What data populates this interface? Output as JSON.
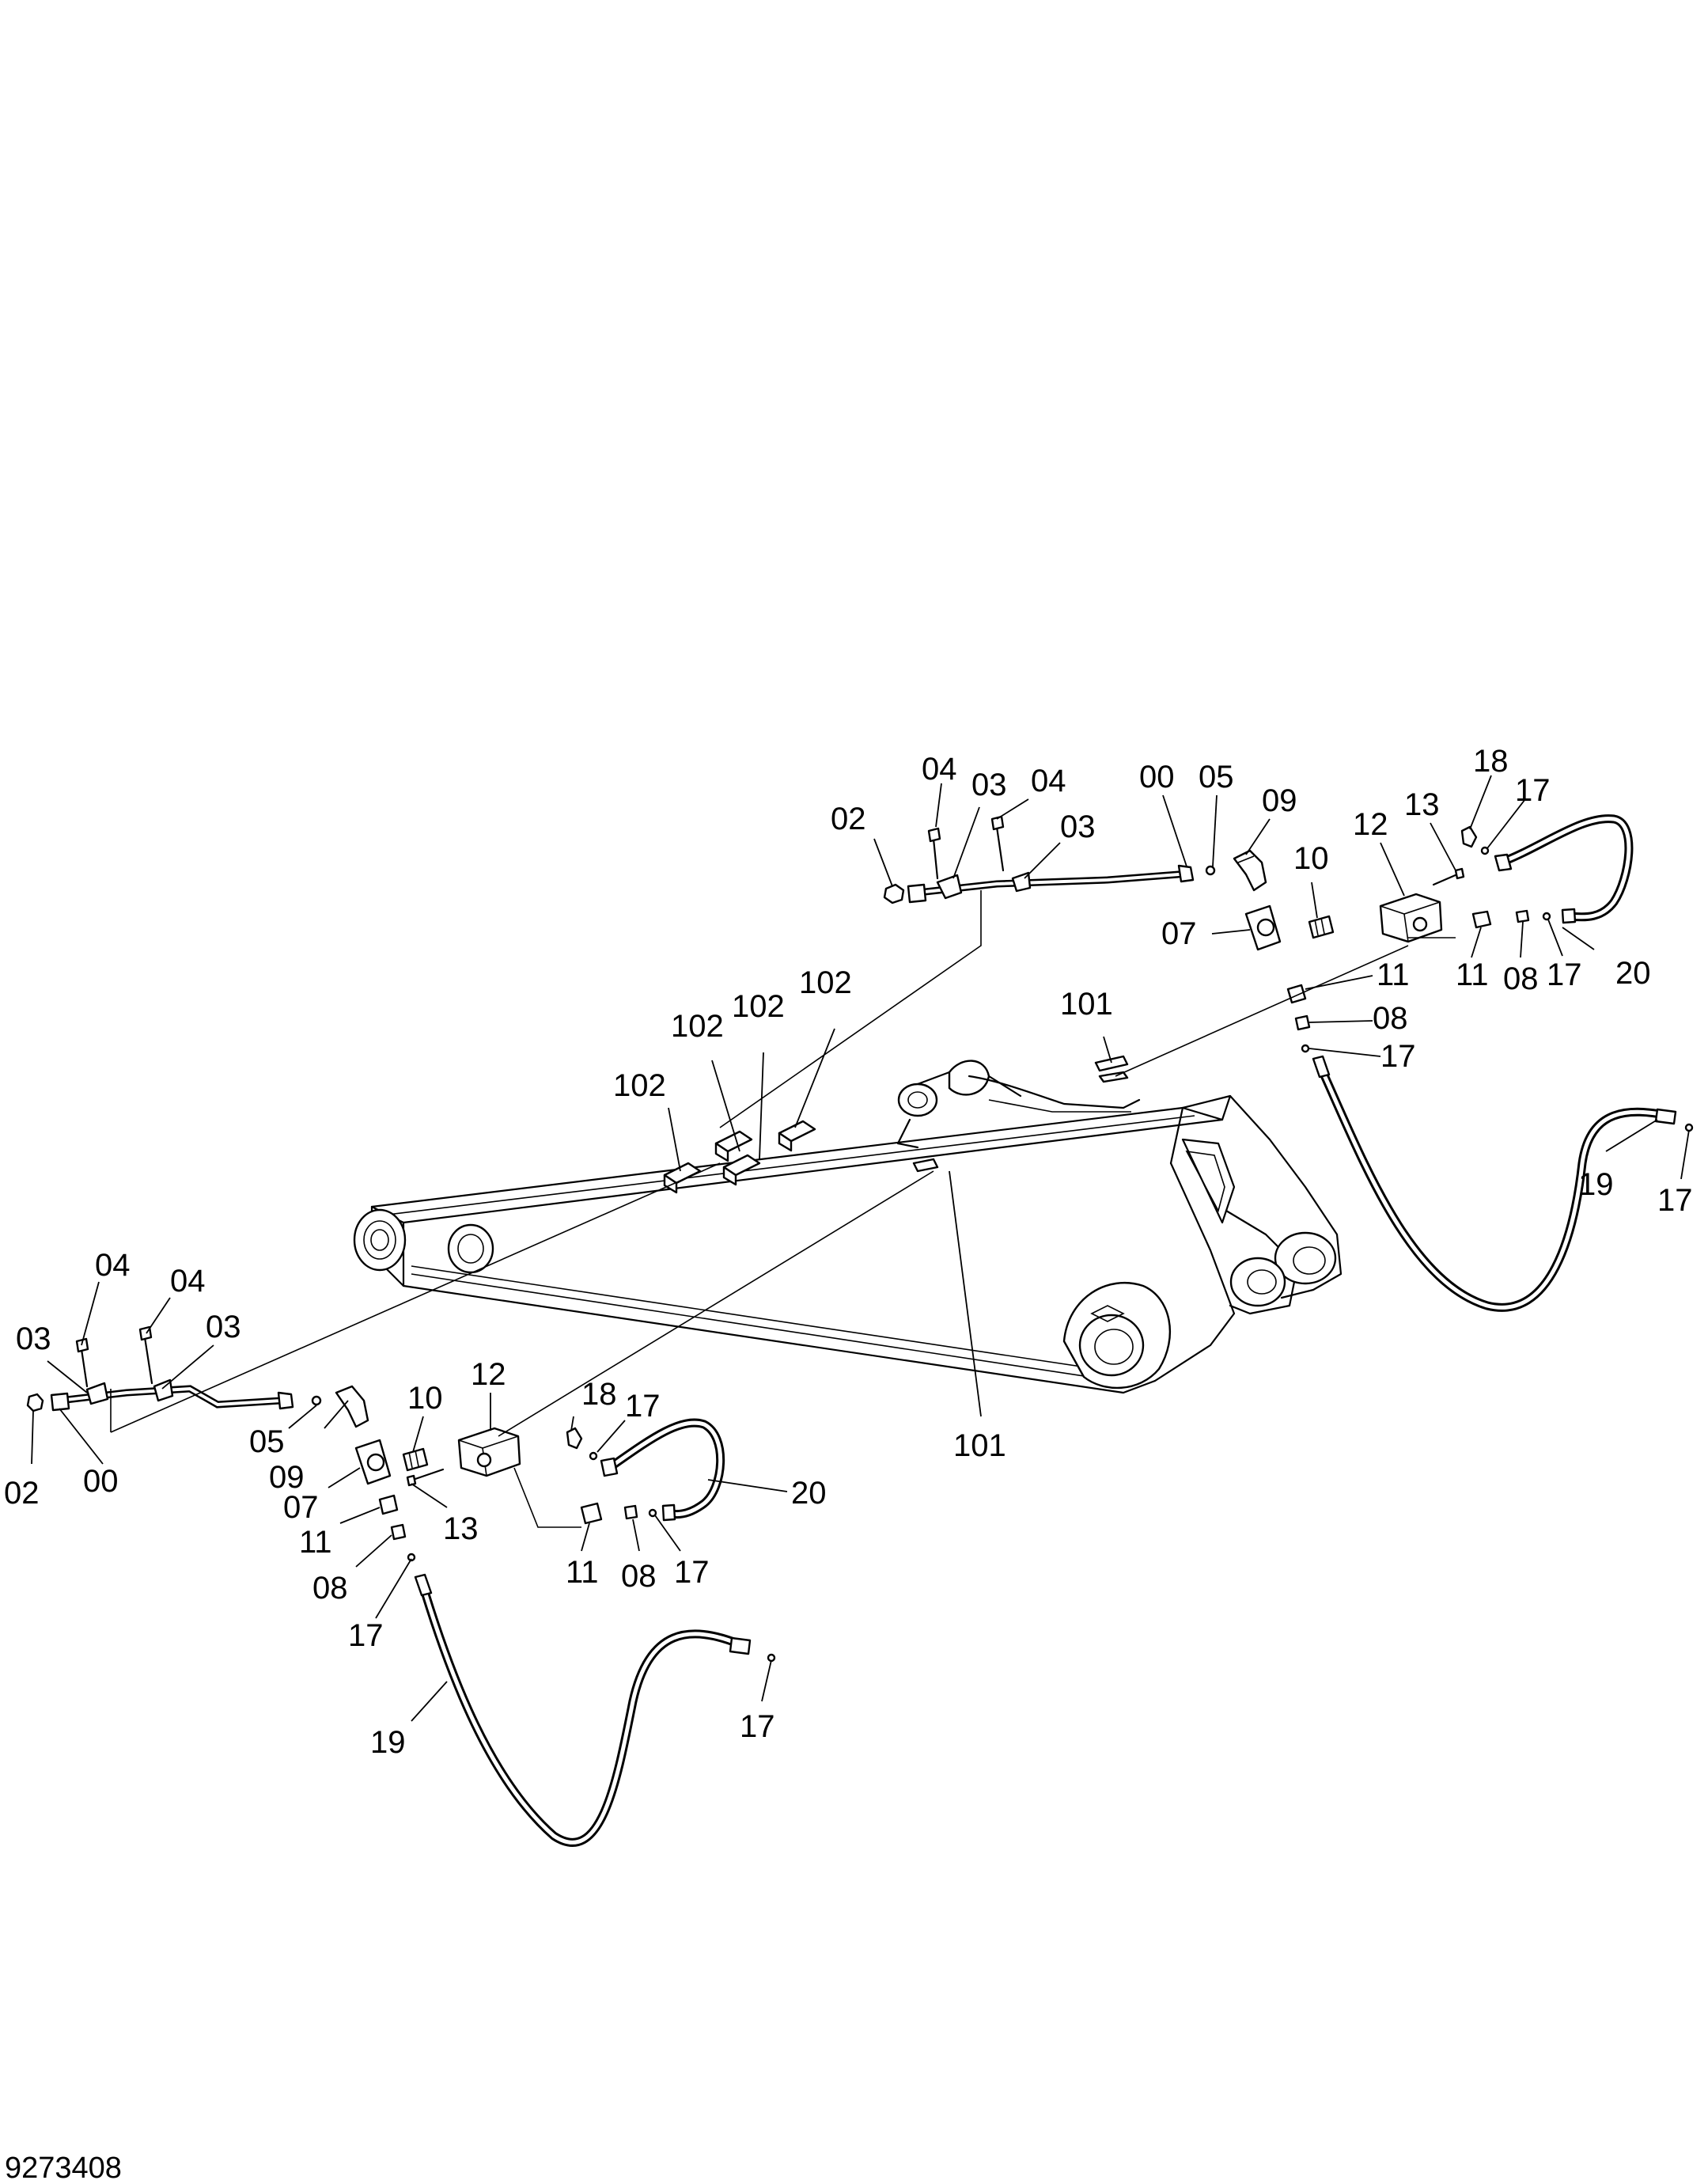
{
  "drawing_number": "9273408",
  "callouts": [
    {
      "id": "c-02-top",
      "text": "02"
    },
    {
      "id": "c-04-top-a",
      "text": "04"
    },
    {
      "id": "c-03-top-a",
      "text": "03"
    },
    {
      "id": "c-04-top-b",
      "text": "04"
    },
    {
      "id": "c-03-top-b",
      "text": "03"
    },
    {
      "id": "c-00-top",
      "text": "00"
    },
    {
      "id": "c-05-top",
      "text": "05"
    },
    {
      "id": "c-09-top",
      "text": "09"
    },
    {
      "id": "c-10-top",
      "text": "10"
    },
    {
      "id": "c-12-top",
      "text": "12"
    },
    {
      "id": "c-13-top",
      "text": "13"
    },
    {
      "id": "c-18-top",
      "text": "18"
    },
    {
      "id": "c-17-top-a",
      "text": "17"
    },
    {
      "id": "c-07-top",
      "text": "07"
    },
    {
      "id": "c-11-top-a",
      "text": "11"
    },
    {
      "id": "c-08-top-a",
      "text": "08"
    },
    {
      "id": "c-17-top-b",
      "text": "17"
    },
    {
      "id": "c-20-top",
      "text": "20"
    },
    {
      "id": "c-11-top-b",
      "text": "11"
    },
    {
      "id": "c-08-top-b",
      "text": "08"
    },
    {
      "id": "c-17-top-c",
      "text": "17"
    },
    {
      "id": "c-19-top",
      "text": "19"
    },
    {
      "id": "c-17-top-d",
      "text": "17"
    },
    {
      "id": "c-101-top",
      "text": "101"
    },
    {
      "id": "c-102-a",
      "text": "102"
    },
    {
      "id": "c-102-b",
      "text": "102"
    },
    {
      "id": "c-102-c",
      "text": "102"
    },
    {
      "id": "c-102-d",
      "text": "102"
    },
    {
      "id": "c-101-bottom",
      "text": "101"
    },
    {
      "id": "c-04-bot-a",
      "text": "04"
    },
    {
      "id": "c-04-bot-b",
      "text": "04"
    },
    {
      "id": "c-03-bot-a",
      "text": "03"
    },
    {
      "id": "c-03-bot-b",
      "text": "03"
    },
    {
      "id": "c-02-bot",
      "text": "02"
    },
    {
      "id": "c-00-bot",
      "text": "00"
    },
    {
      "id": "c-05-bot",
      "text": "05"
    },
    {
      "id": "c-09-bot",
      "text": "09"
    },
    {
      "id": "c-10-bot",
      "text": "10"
    },
    {
      "id": "c-12-bot",
      "text": "12"
    },
    {
      "id": "c-18-bot",
      "text": "18"
    },
    {
      "id": "c-17-bot-a",
      "text": "17"
    },
    {
      "id": "c-20-bot",
      "text": "20"
    },
    {
      "id": "c-07-bot",
      "text": "07"
    },
    {
      "id": "c-13-bot",
      "text": "13"
    },
    {
      "id": "c-11-bot-a",
      "text": "11"
    },
    {
      "id": "c-08-bot-a",
      "text": "08"
    },
    {
      "id": "c-17-bot-b",
      "text": "17"
    },
    {
      "id": "c-11-bot-b",
      "text": "11"
    },
    {
      "id": "c-08-bot-b",
      "text": "08"
    },
    {
      "id": "c-17-bot-c",
      "text": "17"
    },
    {
      "id": "c-19-bot",
      "text": "19"
    },
    {
      "id": "c-17-bot-d",
      "text": "17"
    }
  ]
}
